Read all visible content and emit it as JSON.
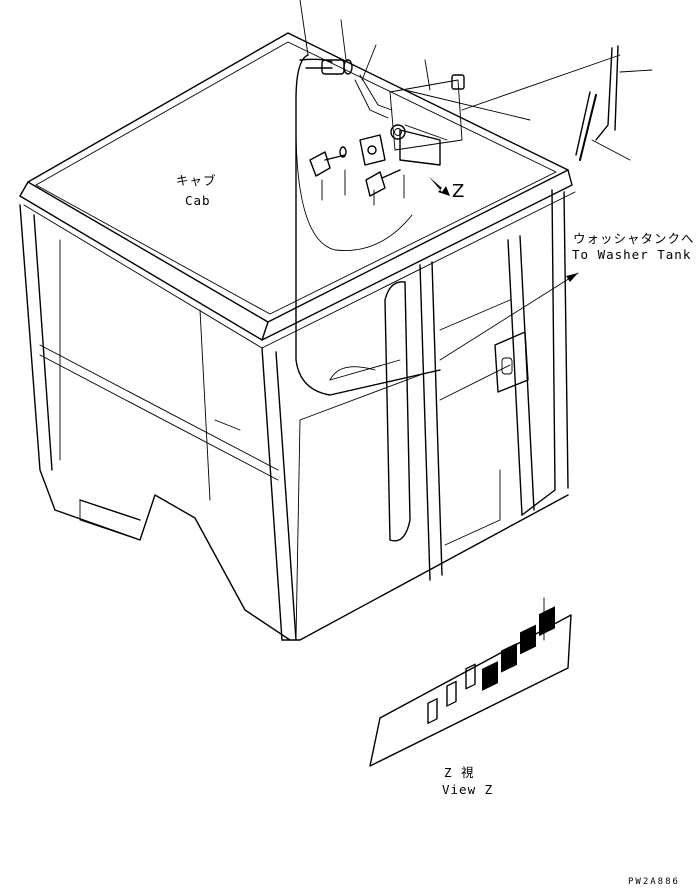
{
  "labels": {
    "cab_jp": "キャブ",
    "cab_en": "Cab",
    "washer_jp": "ウォッシャタンクへ",
    "washer_en": "To Washer Tank",
    "view_letter": "Z",
    "view_jp": "Z  視",
    "view_en": "View Z",
    "drawing_code": "PW2A886"
  },
  "colors": {
    "line": "#000000",
    "background": "#ffffff"
  }
}
